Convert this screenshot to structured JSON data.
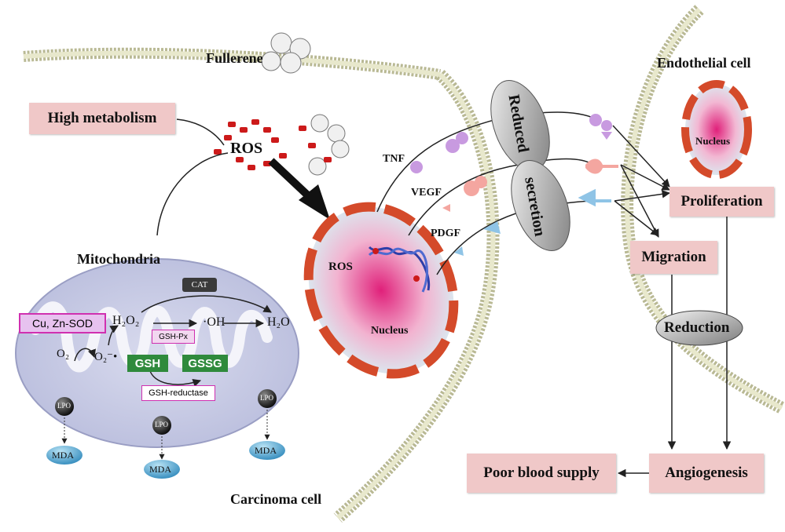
{
  "labels": {
    "fullerene": "Fullerene",
    "endothelial_cell": "Endothelial cell",
    "high_metabolism": "High metabolism",
    "ros_top": "ROS",
    "mitochondria": "Mitochondria",
    "cat": "CAT",
    "sod": "Cu, Zn-SOD",
    "h2o2": "H₂O₂",
    "oh": "·OH",
    "h2o": "H₂O",
    "o2": "O₂",
    "o2_radical": "O₂⁻•",
    "gsh_px": "GSH-Px",
    "gsh": "GSH",
    "gssg": "GSSG",
    "gsh_reductase": "GSH-reductase",
    "lpo_1": "LPO",
    "lpo_2": "LPO",
    "lpo_3": "LPO",
    "mda_1": "MDA",
    "mda_2": "MDA",
    "mda_3": "MDA",
    "carcinoma_cell": "Carcinoma cell",
    "ros_nucleus": "ROS",
    "nucleus_cancer": "Nucleus",
    "nucleus_endo": "Nucleus",
    "tnf": "TNF",
    "vegf": "VEGF",
    "pdgf": "PDGF",
    "reduced": "Reduced",
    "secretion": "secretion",
    "proliferation": "Proliferation",
    "migration": "Migration",
    "reduction": "Reduction",
    "angiogenesis": "Angiogenesis",
    "poor_blood_supply": "Poor blood supply"
  },
  "colors": {
    "pink_box": "#f0c8c8",
    "membrane": "#c9c9a4",
    "nucleus_rim": "#d44a2a",
    "ros_dot": "#cc1a1a",
    "mito_fill": "#c8cbe4",
    "tnf": "#c89ae0",
    "vegf": "#f4a6a0",
    "pdgf": "#8fc4e6",
    "green_box": "#2f8a3c",
    "magenta": "#d030b0"
  }
}
